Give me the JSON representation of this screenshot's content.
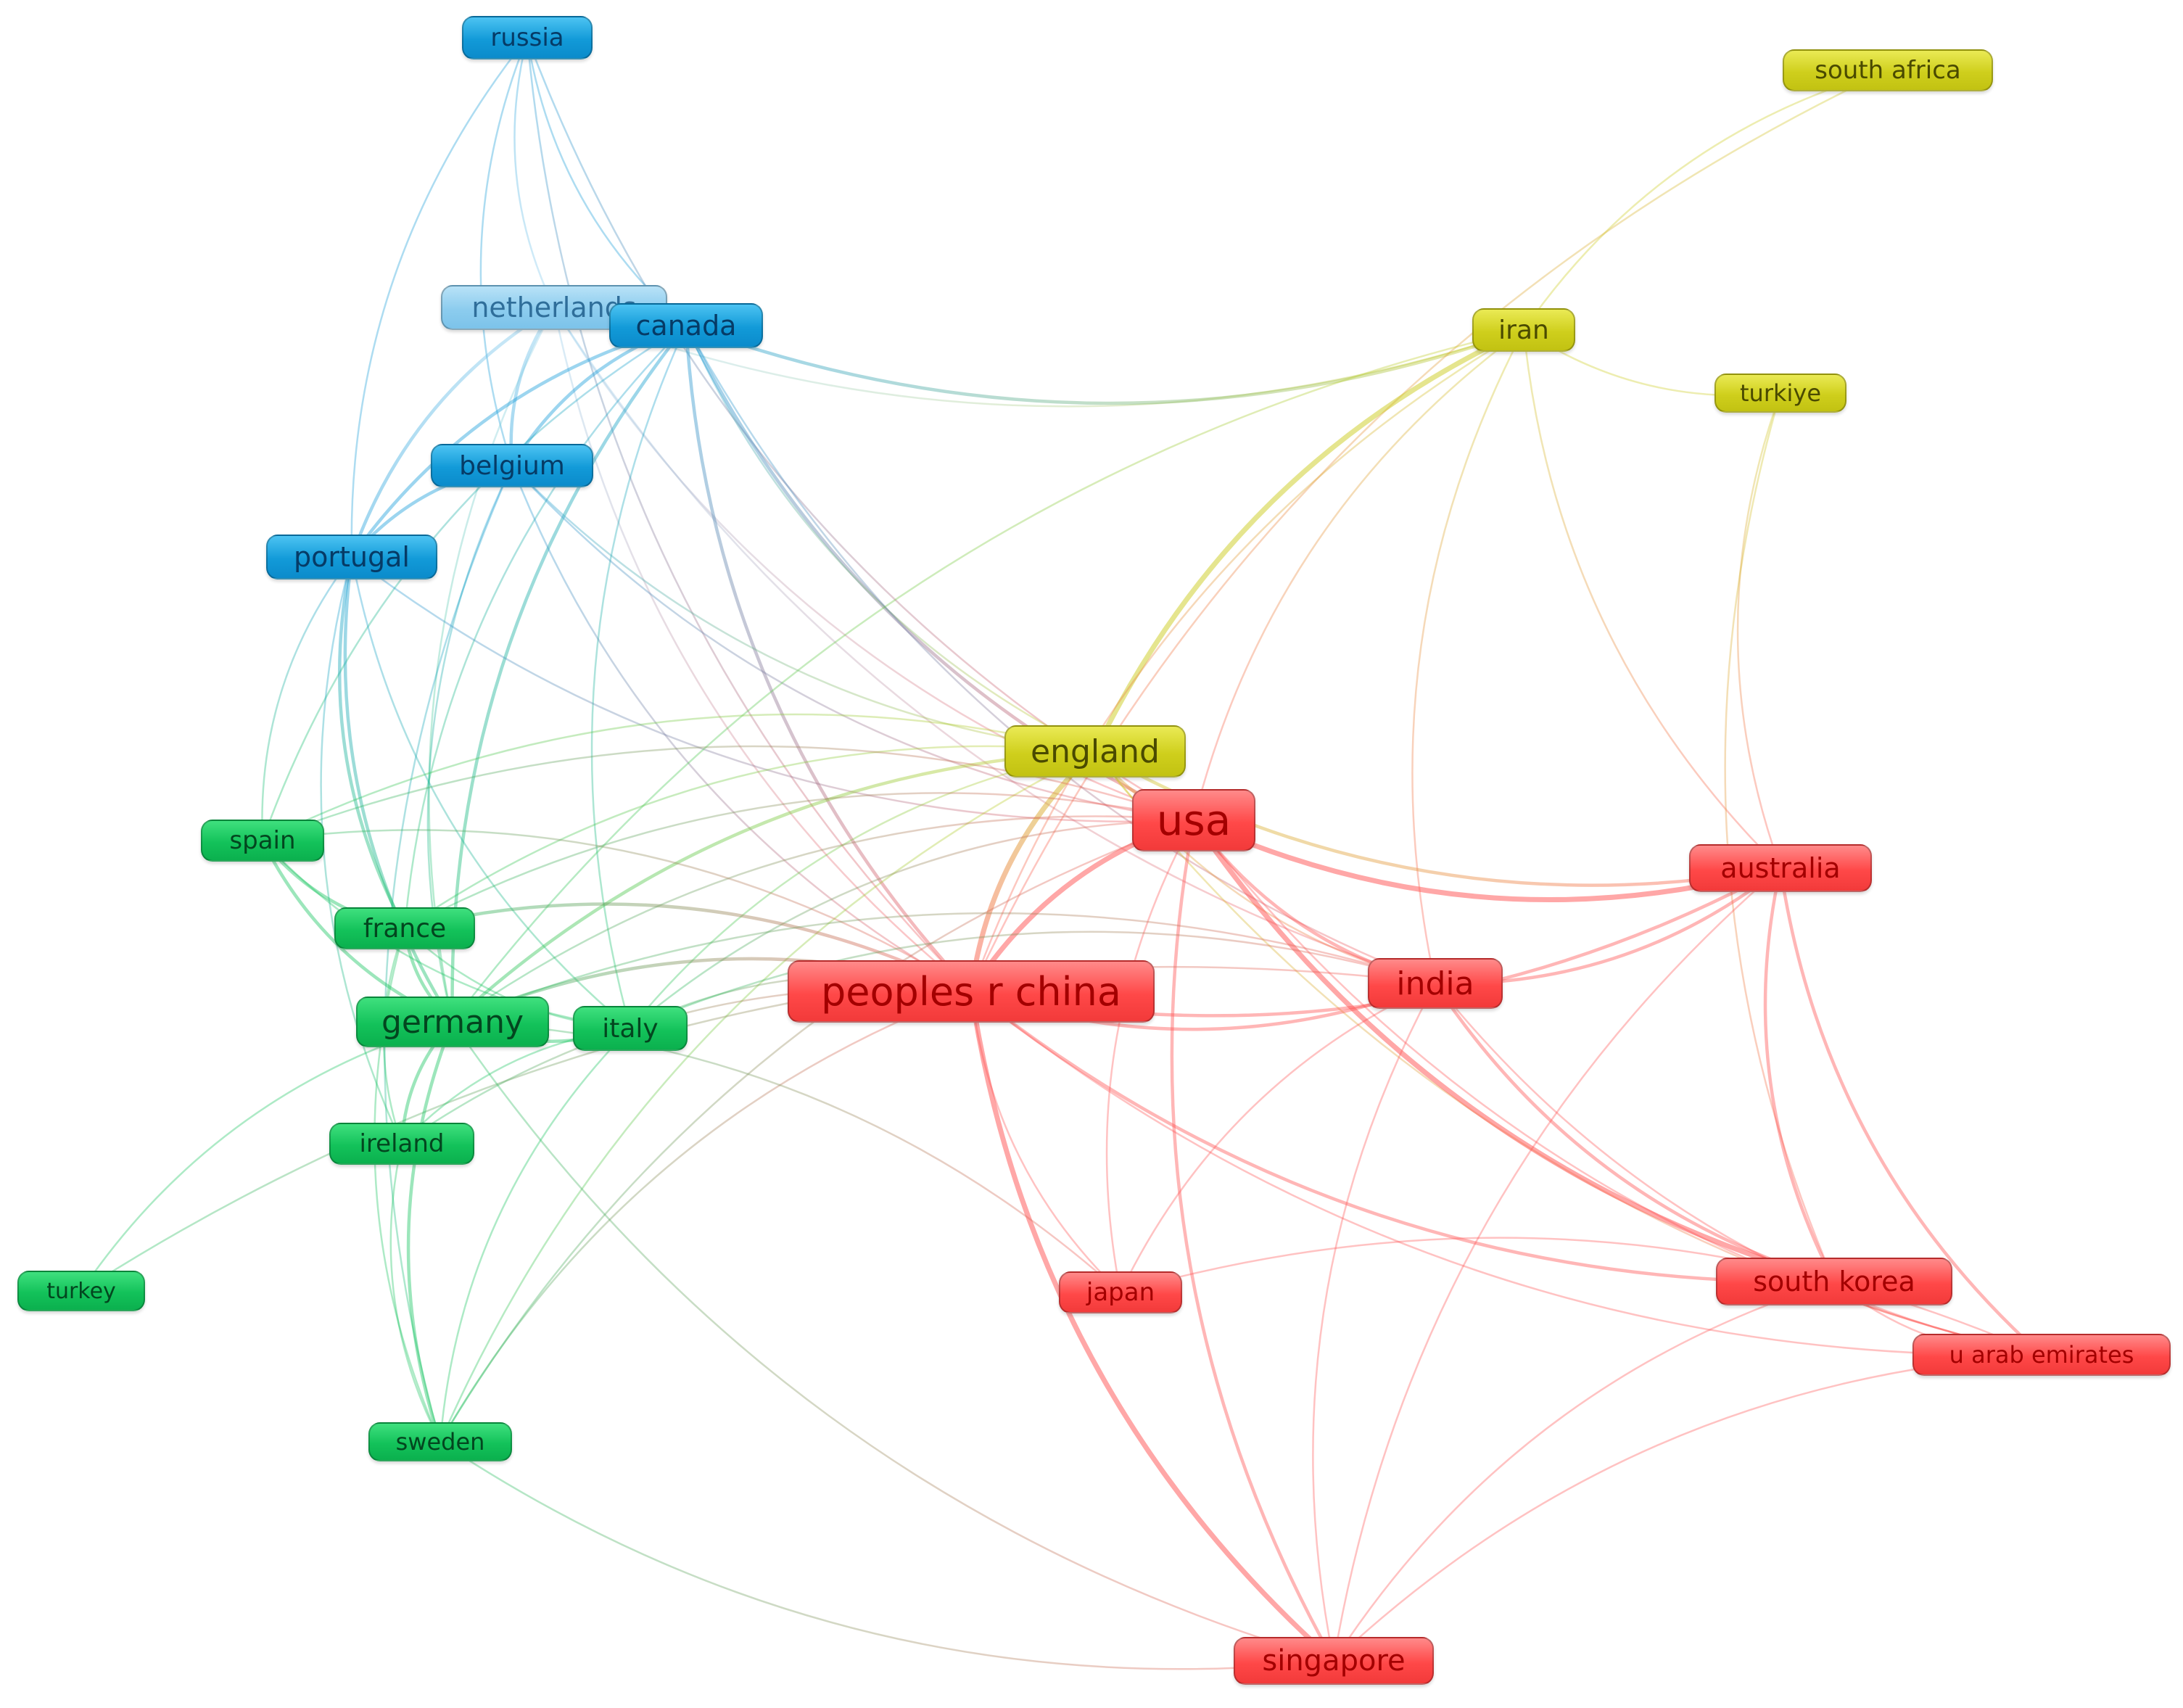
{
  "network": {
    "nodes": [
      {
        "id": "russia",
        "label": "russia",
        "cluster": "blue"
      },
      {
        "id": "netherlands",
        "label": "netherlands",
        "cluster": "lightblue"
      },
      {
        "id": "canada",
        "label": "canada",
        "cluster": "blue"
      },
      {
        "id": "belgium",
        "label": "belgium",
        "cluster": "blue"
      },
      {
        "id": "portugal",
        "label": "portugal",
        "cluster": "blue"
      },
      {
        "id": "south-africa",
        "label": "south africa",
        "cluster": "yellow"
      },
      {
        "id": "iran",
        "label": "iran",
        "cluster": "yellow"
      },
      {
        "id": "turkiye",
        "label": "turkiye",
        "cluster": "yellow"
      },
      {
        "id": "england",
        "label": "england",
        "cluster": "yellow"
      },
      {
        "id": "usa",
        "label": "usa",
        "cluster": "red"
      },
      {
        "id": "australia",
        "label": "australia",
        "cluster": "red"
      },
      {
        "id": "india",
        "label": "india",
        "cluster": "red"
      },
      {
        "id": "china",
        "label": "peoples r china",
        "cluster": "red"
      },
      {
        "id": "japan",
        "label": "japan",
        "cluster": "red"
      },
      {
        "id": "south-korea",
        "label": "south korea",
        "cluster": "red"
      },
      {
        "id": "uae",
        "label": "u arab emirates",
        "cluster": "red"
      },
      {
        "id": "singapore",
        "label": "singapore",
        "cluster": "red"
      },
      {
        "id": "spain",
        "label": "spain",
        "cluster": "green"
      },
      {
        "id": "france",
        "label": "france",
        "cluster": "green"
      },
      {
        "id": "germany",
        "label": "germany",
        "cluster": "green"
      },
      {
        "id": "italy",
        "label": "italy",
        "cluster": "green"
      },
      {
        "id": "ireland",
        "label": "ireland",
        "cluster": "green"
      },
      {
        "id": "turkey",
        "label": "turkey",
        "cluster": "green"
      },
      {
        "id": "sweden",
        "label": "sweden",
        "cluster": "green"
      }
    ],
    "edges": [
      [
        "russia",
        "netherlands",
        1
      ],
      [
        "russia",
        "canada",
        1
      ],
      [
        "russia",
        "belgium",
        1
      ],
      [
        "russia",
        "portugal",
        1
      ],
      [
        "russia",
        "usa",
        1
      ],
      [
        "russia",
        "china",
        1
      ],
      [
        "netherlands",
        "canada",
        2
      ],
      [
        "netherlands",
        "belgium",
        2
      ],
      [
        "netherlands",
        "portugal",
        2
      ],
      [
        "netherlands",
        "usa",
        1
      ],
      [
        "netherlands",
        "china",
        1
      ],
      [
        "netherlands",
        "germany",
        1
      ],
      [
        "netherlands",
        "iran",
        1
      ],
      [
        "netherlands",
        "india",
        1
      ],
      [
        "canada",
        "belgium",
        2
      ],
      [
        "canada",
        "portugal",
        2
      ],
      [
        "canada",
        "usa",
        2
      ],
      [
        "canada",
        "china",
        2
      ],
      [
        "canada",
        "england",
        1
      ],
      [
        "canada",
        "germany",
        2
      ],
      [
        "canada",
        "italy",
        1
      ],
      [
        "canada",
        "iran",
        2
      ],
      [
        "canada",
        "india",
        1
      ],
      [
        "canada",
        "france",
        1
      ],
      [
        "canada",
        "spain",
        1
      ],
      [
        "belgium",
        "portugal",
        2
      ],
      [
        "belgium",
        "germany",
        1
      ],
      [
        "belgium",
        "england",
        1
      ],
      [
        "belgium",
        "usa",
        1
      ],
      [
        "belgium",
        "sweden",
        1
      ],
      [
        "belgium",
        "china",
        1
      ],
      [
        "portugal",
        "germany",
        2
      ],
      [
        "portugal",
        "france",
        2
      ],
      [
        "portugal",
        "spain",
        1
      ],
      [
        "portugal",
        "ireland",
        1
      ],
      [
        "portugal",
        "usa",
        1
      ],
      [
        "portugal",
        "italy",
        1
      ],
      [
        "south-africa",
        "iran",
        1
      ],
      [
        "south-africa",
        "china",
        1
      ],
      [
        "iran",
        "england",
        3
      ],
      [
        "iran",
        "usa",
        1
      ],
      [
        "iran",
        "china",
        1
      ],
      [
        "iran",
        "india",
        1
      ],
      [
        "iran",
        "turkiye",
        1
      ],
      [
        "iran",
        "australia",
        1
      ],
      [
        "iran",
        "germany",
        1
      ],
      [
        "turkiye",
        "australia",
        1
      ],
      [
        "turkiye",
        "south-korea",
        1
      ],
      [
        "england",
        "usa",
        2
      ],
      [
        "england",
        "china",
        3
      ],
      [
        "england",
        "australia",
        2
      ],
      [
        "england",
        "india",
        1
      ],
      [
        "england",
        "germany",
        2
      ],
      [
        "england",
        "france",
        1
      ],
      [
        "england",
        "italy",
        1
      ],
      [
        "england",
        "spain",
        1
      ],
      [
        "england",
        "uae",
        1
      ],
      [
        "england",
        "sweden",
        1
      ],
      [
        "usa",
        "china",
        3
      ],
      [
        "usa",
        "australia",
        3
      ],
      [
        "usa",
        "india",
        2
      ],
      [
        "usa",
        "south-korea",
        3
      ],
      [
        "usa",
        "singapore",
        2
      ],
      [
        "usa",
        "uae",
        1
      ],
      [
        "usa",
        "germany",
        1
      ],
      [
        "usa",
        "japan",
        1
      ],
      [
        "usa",
        "italy",
        1
      ],
      [
        "usa",
        "france",
        1
      ],
      [
        "usa",
        "spain",
        1
      ],
      [
        "usa",
        "sweden",
        1
      ],
      [
        "china",
        "india",
        2
      ],
      [
        "china",
        "australia",
        2
      ],
      [
        "china",
        "south-korea",
        2
      ],
      [
        "china",
        "singapore",
        3
      ],
      [
        "china",
        "japan",
        1
      ],
      [
        "china",
        "germany",
        2
      ],
      [
        "china",
        "italy",
        1
      ],
      [
        "china",
        "france",
        2
      ],
      [
        "china",
        "spain",
        1
      ],
      [
        "china",
        "uae",
        1
      ],
      [
        "china",
        "ireland",
        1
      ],
      [
        "china",
        "sweden",
        1
      ],
      [
        "india",
        "australia",
        2
      ],
      [
        "india",
        "south-korea",
        2
      ],
      [
        "india",
        "uae",
        1
      ],
      [
        "india",
        "singapore",
        1
      ],
      [
        "india",
        "japan",
        1
      ],
      [
        "india",
        "germany",
        1
      ],
      [
        "india",
        "italy",
        1
      ],
      [
        "india",
        "turkey",
        1
      ],
      [
        "australia",
        "south-korea",
        2
      ],
      [
        "australia",
        "uae",
        2
      ],
      [
        "australia",
        "singapore",
        1
      ],
      [
        "south-korea",
        "uae",
        1
      ],
      [
        "south-korea",
        "singapore",
        1
      ],
      [
        "uae",
        "singapore",
        1
      ],
      [
        "uae",
        "japan",
        1
      ],
      [
        "japan",
        "germany",
        1
      ],
      [
        "spain",
        "france",
        2
      ],
      [
        "spain",
        "germany",
        2
      ],
      [
        "spain",
        "italy",
        1
      ],
      [
        "france",
        "germany",
        2
      ],
      [
        "france",
        "italy",
        1
      ],
      [
        "france",
        "ireland",
        1
      ],
      [
        "france",
        "sweden",
        1
      ],
      [
        "germany",
        "italy",
        2
      ],
      [
        "germany",
        "ireland",
        2
      ],
      [
        "germany",
        "sweden",
        2
      ],
      [
        "germany",
        "turkey",
        1
      ],
      [
        "germany",
        "singapore",
        1
      ],
      [
        "italy",
        "ireland",
        1
      ],
      [
        "italy",
        "sweden",
        1
      ],
      [
        "ireland",
        "sweden",
        1
      ],
      [
        "sweden",
        "singapore",
        1
      ]
    ]
  },
  "colors": {
    "red": "#ff5050",
    "green": "#14c35c",
    "blue": "#139ad8",
    "lightblue": "#8ccdee",
    "yellow": "#cccc1e"
  }
}
